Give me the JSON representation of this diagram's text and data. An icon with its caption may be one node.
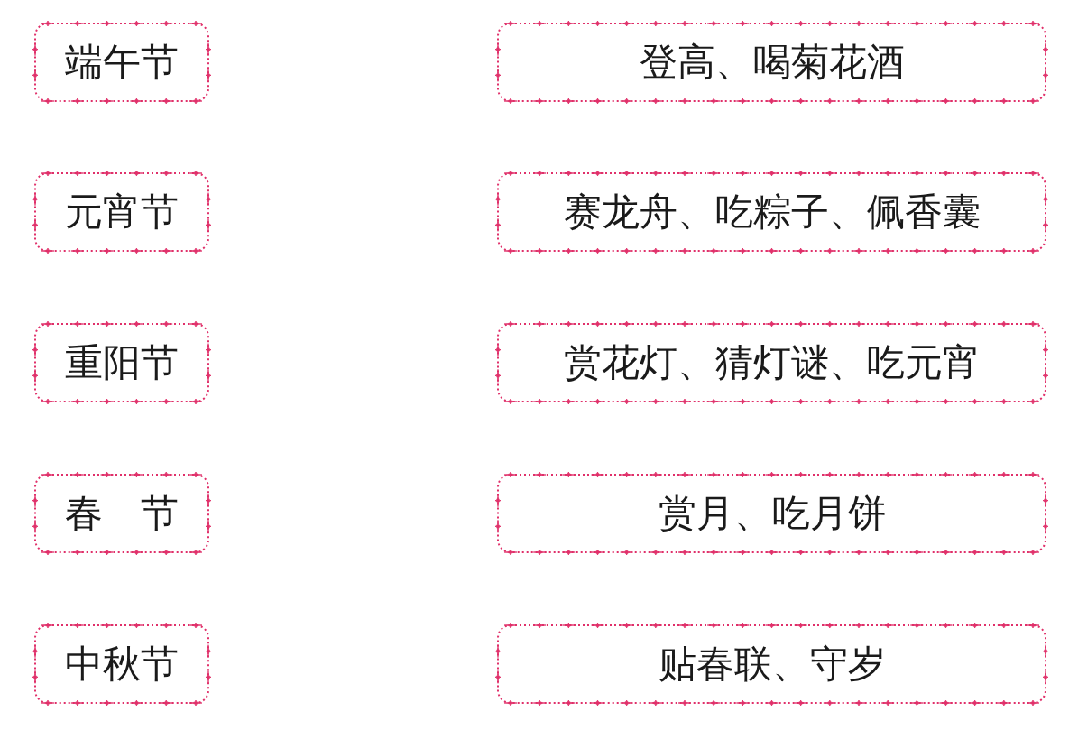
{
  "diagram": {
    "nodes": [
      {
        "text": [
          "端午节"
        ]
      },
      {
        "text": [
          "登高、喝菊花酒"
        ]
      },
      {
        "text": [
          "元宵节"
        ]
      },
      {
        "text": [
          "赛龙舟、吃粽子、佩香囊"
        ]
      },
      {
        "text": [
          "重阳节"
        ]
      },
      {
        "text": [
          "赏花灯、猜灯谜、吃元宵"
        ]
      },
      {
        "text": [
          "春　节"
        ]
      },
      {
        "text": [
          "赏月、吃月饼"
        ]
      },
      {
        "text": [
          "中秋节"
        ]
      },
      {
        "text": [
          "贴春联、守岁"
        ]
      }
    ]
  }
}
